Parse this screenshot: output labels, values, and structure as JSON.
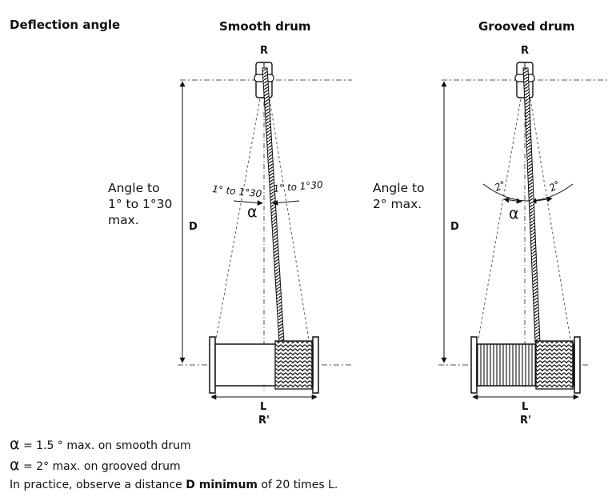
{
  "title": "Deflection angle",
  "smooth": {
    "heading": "Smooth drum",
    "top_label": "R",
    "angle_note": "Angle to\n1° to 1°30\nmax.",
    "arc_left": "1° to 1°30",
    "arc_right": "1° to 1°30",
    "alpha": "α",
    "d_label": "D",
    "l_label": "L",
    "r_prime": "R'"
  },
  "grooved": {
    "heading": "Grooved drum",
    "top_label": "R",
    "angle_note": "Angle to\n2° max.",
    "arc_left": "2°",
    "arc_right": "2°",
    "alpha": "α",
    "d_label": "D",
    "l_label": "L",
    "r_prime": "R'"
  },
  "legend": {
    "line1_symbol": "α",
    "line1_text": "= 1.5 ° max. on smooth drum",
    "line2_symbol": "α",
    "line2_text": "= 2° max. on grooved drum",
    "line3_prefix": "In practice, observe a distance ",
    "line3_bold": "D minimum",
    "line3_suffix": " of 20 times L."
  }
}
